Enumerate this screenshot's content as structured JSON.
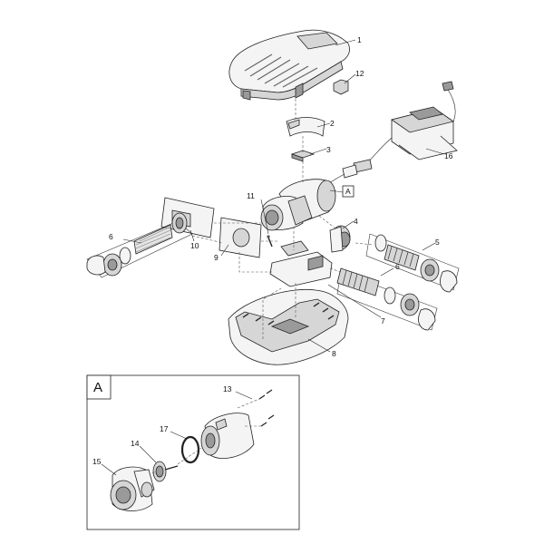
{
  "labels": {
    "p1": "1",
    "p2": "2",
    "p3": "3",
    "p4": "4",
    "p5": "5",
    "p6a": "6",
    "p6b": "6",
    "p7": "7",
    "p8": "8",
    "p9": "9",
    "p10": "10",
    "p11": "11",
    "p12": "12",
    "p13": "13",
    "p14": "14",
    "p15": "15",
    "p16": "16",
    "p17": "17",
    "detail_ref": "A",
    "detail_box": "A"
  }
}
